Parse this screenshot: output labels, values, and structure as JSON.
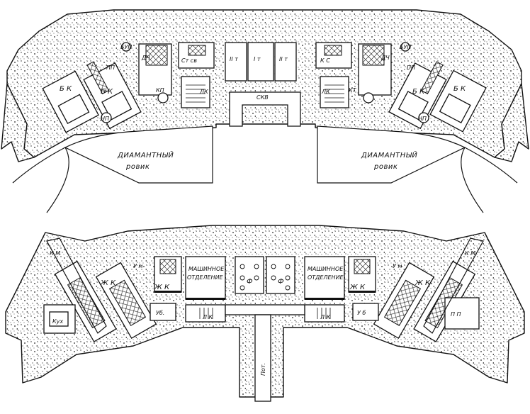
{
  "top_plan": {
    "labels": {
      "bk1": "Б К",
      "bk2": "Б К",
      "np": "НП",
      "pp": "ПП",
      "bup_left": "БУП",
      "dch_left": "ДЧ",
      "kp": "КП",
      "st_sv": "Ст св",
      "lk_left": "ЛК",
      "room_2t_left": "II т",
      "room_1t": "I т",
      "room_2t_right": "II т",
      "svp": "СКВ",
      "ks": "К С",
      "dch_right": "ДЧ",
      "bup_right": "БУП",
      "lk_right": "ЛК",
      "kt": "КТ",
      "pp_right": "ПП",
      "bk3": "Б К",
      "bk4": "Б К",
      "np_right": "НП",
      "diamond_left_1": "ДИАМАНТНЫЙ",
      "diamond_left_2": "ровик",
      "diamond_right_1": "ДИАМАНТНЫЙ",
      "diamond_right_2": "ровик"
    }
  },
  "bottom_plan": {
    "labels": {
      "km_left": "К М",
      "kuh": "Кух",
      "zhk_left1": "Ж  К",
      "zhk_left2": "Ж  К",
      "um_left": "У м",
      "mash_left_1": "МАШИННОЕ",
      "mash_left_2": "ОТДЕЛЕНИЕ",
      "ub_left": "Уб.",
      "lk_left": "Л К",
      "f_left": "Ф",
      "f_right": "Ф",
      "mash_right_1": "МАШИННОЕ",
      "mash_right_2": "ОТДЕЛЕНИЕ",
      "ub_right": "У б",
      "lk_right": "Л К",
      "um_right": "У м",
      "zhk_right1": "Ж  К",
      "zhk_right2": "Ж  К",
      "km_right": "К М",
      "pp": "П П",
      "pot": "Пот."
    }
  }
}
